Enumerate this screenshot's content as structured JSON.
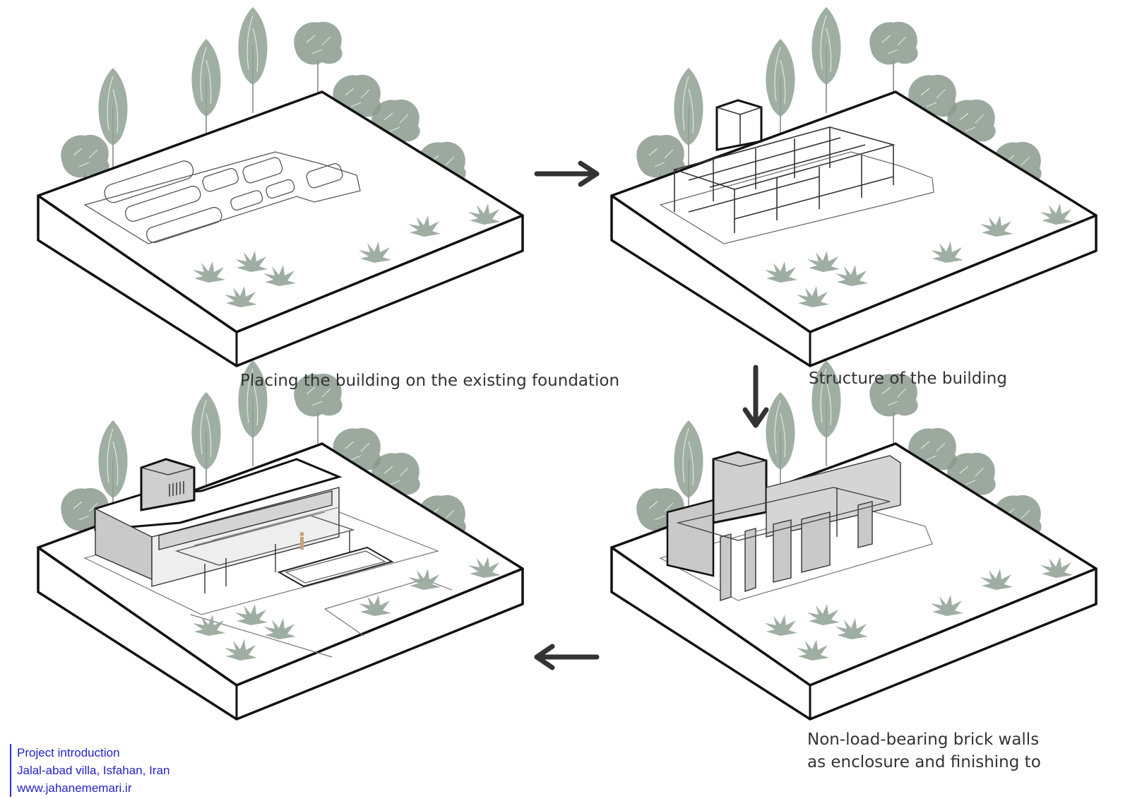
{
  "captions": {
    "step1": "Placing the building on the existing foundation",
    "step2": "Structure of the building",
    "step3": "Non-load-bearing brick walls\nas enclosure and finishing to"
  },
  "credit": {
    "line1": "Project introduction",
    "line2": "Jalal-abad villa, Isfahan, Iran",
    "line3": "www.jahanememari.ir"
  },
  "colors": {
    "outline": "#111111",
    "tree": "#8a9a8d",
    "shrub": "#95a598",
    "arrow": "#333333",
    "brick": "#c9c9c9",
    "credit": "#2323c8"
  },
  "panels": [
    {
      "id": "foundation"
    },
    {
      "id": "structure"
    },
    {
      "id": "walls"
    },
    {
      "id": "finished"
    }
  ]
}
